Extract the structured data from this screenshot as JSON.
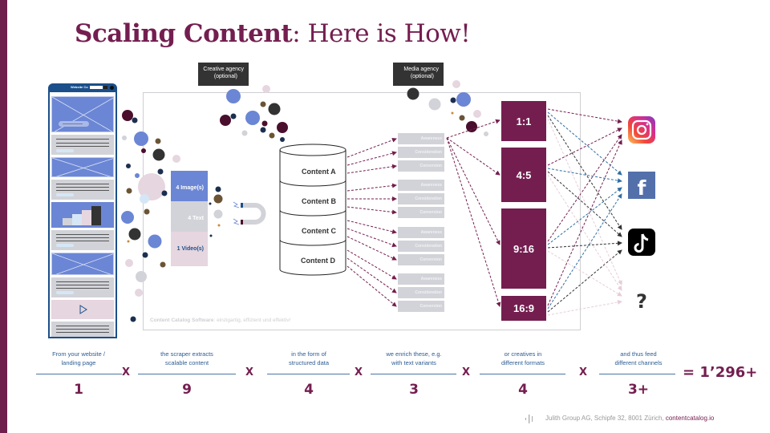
{
  "title": {
    "bold": "Scaling Content",
    "light": ": Here is How!"
  },
  "agencies": {
    "creative": [
      "Creative agency",
      "(optional)"
    ],
    "media": [
      "Media agency",
      "(optional)"
    ]
  },
  "phone": {
    "url_text": "Website Co"
  },
  "scraped_chips": [
    {
      "label": "4 Image(s)",
      "bg": "#6b86d4",
      "fg": "#ffffff"
    },
    {
      "label": "4 Text",
      "bg": "#d2d3d8",
      "fg": "#ffffff"
    },
    {
      "label": "1 Video(s)",
      "bg": "#e6d6df",
      "fg": "#1b4f8a"
    }
  ],
  "database": {
    "sections": [
      "Content A",
      "Content B",
      "Content C",
      "Content D"
    ]
  },
  "funnel_groups": [
    [
      "Awareness",
      "Consideration",
      "Conversion"
    ],
    [
      "Awareness",
      "Consideration",
      "Conversion"
    ],
    [
      "Awareness",
      "Consideration",
      "Conversion"
    ],
    [
      "Awareness",
      "Consideration",
      "Conversion"
    ]
  ],
  "formats": [
    "1:1",
    "4:5",
    "9:16",
    "16:9"
  ],
  "channels": [
    {
      "name": "instagram-icon"
    },
    {
      "name": "facebook-icon",
      "glyph": "f"
    },
    {
      "name": "tiktok-icon",
      "glyph": "♪"
    },
    {
      "name": "unknown-channel-icon",
      "glyph": "?"
    }
  ],
  "frame_caption": {
    "bold": "Content Catalog Software",
    "rest": ": einzigartig, effizient und effektiv!"
  },
  "formula": {
    "terms": [
      {
        "text": [
          "From your website /",
          "landing page"
        ],
        "value": "1"
      },
      {
        "text": [
          "the scraper extracts",
          "scalable content"
        ],
        "value": "9"
      },
      {
        "text": [
          "in the form of",
          "structured data"
        ],
        "value": "4"
      },
      {
        "text": [
          "we enrich these, e.g.",
          "with text variants"
        ],
        "value": "3"
      },
      {
        "text": [
          "or creatives in",
          "different formats"
        ],
        "value": "4"
      },
      {
        "text": [
          "and thus feed",
          "different channels"
        ],
        "value": "3+"
      }
    ],
    "operator": "X",
    "result": "= 1’296+"
  },
  "footer": {
    "address": "Julith Group AG, Schipfe 32, 8001 Zürich, ",
    "link": "contentcatalog.io"
  },
  "colors": {
    "brand": "#741e50",
    "blue": "#6b86d4",
    "navy": "#1b4f8a",
    "grey": "#d2d3d8",
    "pink": "#e6d6df",
    "dark": "#333333",
    "arrow_blue": "#2f6da3",
    "arrow_dark": "#333333",
    "arrow_pink": "#e6cdd9"
  }
}
